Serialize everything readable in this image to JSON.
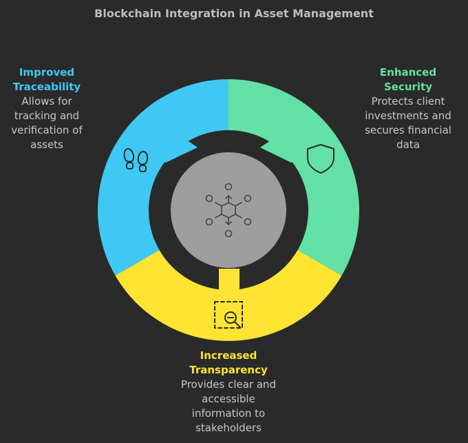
{
  "title": "Blockchain Integration in Asset Management",
  "segments": [
    {
      "id": "traceability",
      "heading_line1": "Improved",
      "heading_line2": "Traceability",
      "desc": [
        "Allows for",
        "tracking and",
        "verification of",
        "assets"
      ],
      "color": "#40c8f4",
      "icon": "footprints-icon"
    },
    {
      "id": "security",
      "heading_line1": "Enhanced",
      "heading_line2": "Security",
      "desc": [
        "Protects client",
        "investments and",
        "secures financial",
        "data"
      ],
      "color": "#63e0a6",
      "icon": "shield-icon"
    },
    {
      "id": "transparency",
      "heading_line1": "Increased",
      "heading_line2": "Transparency",
      "desc": [
        "Provides clear and",
        "accessible",
        "information to",
        "stakeholders"
      ],
      "color": "#ffe433",
      "icon": "magnify-frame-icon"
    }
  ],
  "center": {
    "icon": "network-hub-icon",
    "color": "#9e9e9e"
  }
}
